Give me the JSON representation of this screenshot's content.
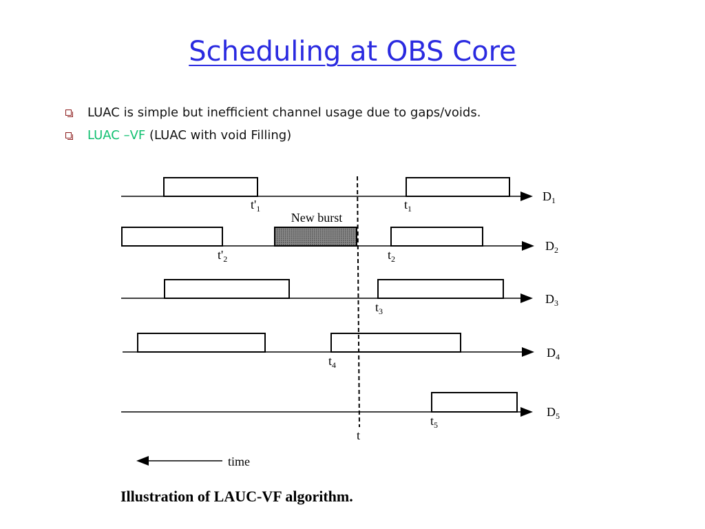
{
  "slide": {
    "title": "Scheduling at OBS Core",
    "bullets": [
      {
        "text": "LUAC is simple but inefficient channel usage due to gaps/voids."
      },
      {
        "highlight": "LUAC –VF",
        "rest": " (LUAC with void Filling)"
      }
    ],
    "caption": "Illustration of LAUC-VF algorithm."
  },
  "diagram": {
    "channels": [
      {
        "label": "D",
        "sub": "1"
      },
      {
        "label": "D",
        "sub": "2"
      },
      {
        "label": "D",
        "sub": "3"
      },
      {
        "label": "D",
        "sub": "4"
      },
      {
        "label": "D",
        "sub": "5"
      }
    ],
    "time_labels": [
      {
        "main": "t'",
        "sub": "1"
      },
      {
        "main": "t",
        "sub": "1"
      },
      {
        "main": "t'",
        "sub": "2"
      },
      {
        "main": "t",
        "sub": "2"
      },
      {
        "main": "t",
        "sub": "3"
      },
      {
        "main": "t",
        "sub": "4"
      },
      {
        "main": "t",
        "sub": "5"
      }
    ],
    "new_burst_label": "New burst",
    "now_label": "t",
    "time_axis_label": "time"
  },
  "colors": {
    "title": "#2a2ae0",
    "highlight": "#10c070",
    "bullet": "#8b1a1a",
    "new_burst_fill": "#777777"
  }
}
